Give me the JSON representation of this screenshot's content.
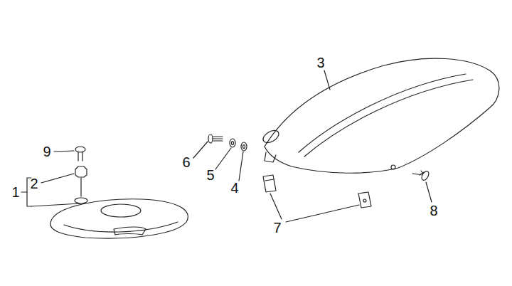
{
  "diagram": {
    "labels": [
      "9",
      "2",
      "1",
      "6",
      "5",
      "4",
      "3",
      "8",
      "7"
    ]
  }
}
